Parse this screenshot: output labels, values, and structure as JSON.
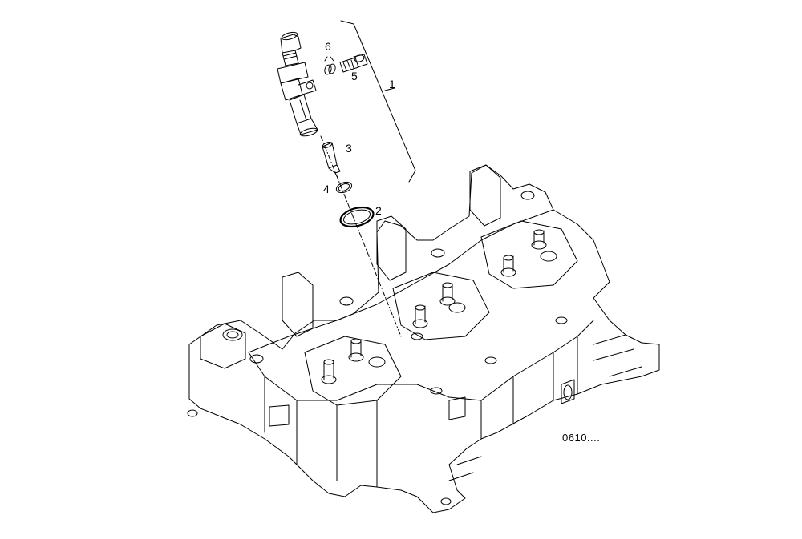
{
  "diagram": {
    "callouts": {
      "c1": "1",
      "c2": "2",
      "c3": "3",
      "c4": "4",
      "c5": "5",
      "c6": "6"
    },
    "reference_code": "0610....",
    "colors": {
      "line": "#000000",
      "background": "#ffffff"
    }
  }
}
